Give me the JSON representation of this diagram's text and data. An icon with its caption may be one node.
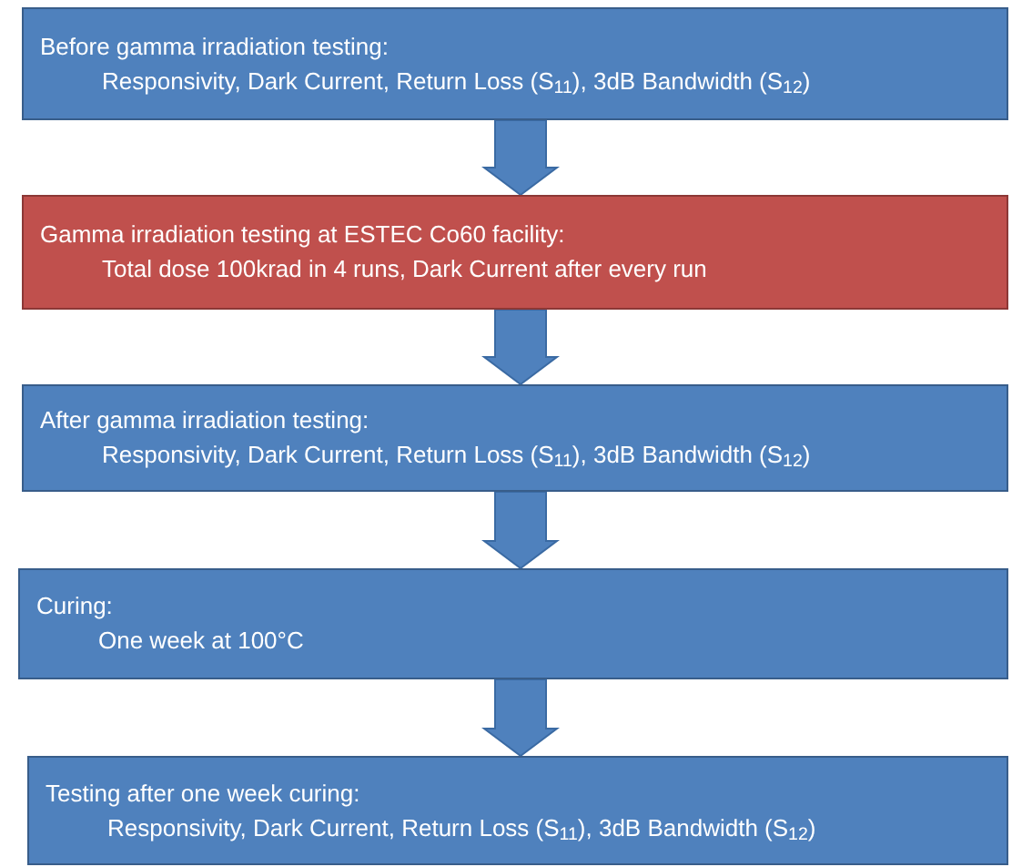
{
  "diagram": {
    "nodes": [
      {
        "text": [
          "Before gamma irradiation testing:",
          "Responsivity, Dark Current, Return Loss (S$_{11}$), 3dB Bandwidth (S$_{12}$)"
        ]
      },
      {
        "text": [
          "Gamma irradiation testing at ESTEC Co60 facility:",
          "Total dose 100krad in 4 runs, Dark Current after every run"
        ]
      },
      {
        "text": [
          "After gamma irradiation testing:",
          "Responsivity, Dark Current, Return Loss (S$_{11}$), 3dB Bandwidth (S$_{12}$)"
        ]
      },
      {
        "text": [
          "Curing:",
          "One week at 100°C"
        ]
      },
      {
        "text": [
          "Testing after one week curing:",
          "Responsivity, Dark Current, Return Loss (S$_{11}$), 3dB Bandwidth (S$_{12}$)"
        ]
      }
    ],
    "edges": [
      {
        "from": 0,
        "to": 1,
        "arrow": "to",
        "style": "thick"
      },
      {
        "from": 1,
        "to": 2,
        "arrow": "to",
        "style": "thick"
      },
      {
        "from": 2,
        "to": 3,
        "arrow": "to",
        "style": "thick"
      },
      {
        "from": 3,
        "to": 4,
        "arrow": "to",
        "style": "thick"
      }
    ]
  }
}
